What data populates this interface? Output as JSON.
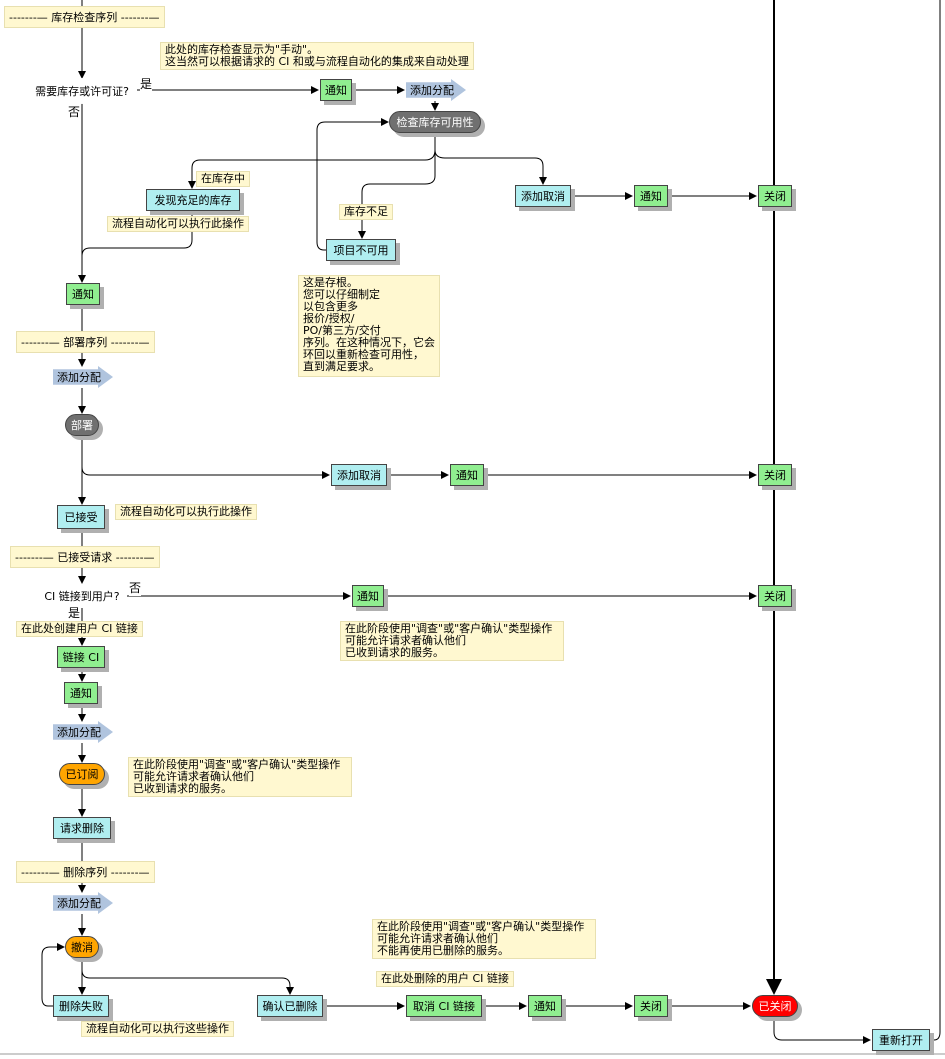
{
  "banners": {
    "inventory": "-------— 库存检查序列 -------—",
    "deploy": "-------— 部署序列 -------—",
    "accepted": "-------— 已接受请求 -------—",
    "delete": "-------— 删除序列 -------—"
  },
  "notes": {
    "manual": [
      "此处的库存检查显示为\"手动\"。",
      "这当然可以根据请求的 CI 和或与流程自动化的集成来自动处理"
    ],
    "in_stock": "在库存中",
    "auto_this": "流程自动化可以执行此操作",
    "shortage": "库存不足",
    "stub": [
      "这是存根。",
      "您可以仔细制定",
      "以包含更多",
      "报价/授权/",
      "PO/第三方/交付",
      "序列。在这种情况下，它会",
      "环回以重新检查可用性，",
      "直到满足要求。"
    ],
    "auto_accepted": "流程自动化可以执行此操作",
    "create_ci": "在此处创建用户 CI 链接",
    "survey1": [
      "在此阶段使用\"调查\"或\"客户确认\"类型操作",
      "可能允许请求者确认他们",
      "已收到请求的服务。"
    ],
    "survey2": [
      "在此阶段使用\"调查\"或\"客户确认\"类型操作",
      "可能允许请求者确认他们",
      "已收到请求的服务。"
    ],
    "survey3": [
      "在此阶段使用\"调查\"或\"客户确认\"类型操作",
      "可能允许请求者确认他们",
      "不能再使用已删除的服务。"
    ],
    "removed_ci": "在此处删除的用户 CI 链接",
    "auto_these": "流程自动化可以执行这些操作"
  },
  "decisions": {
    "need_stock": "需要库存或许可证?",
    "ci_linked": "CI 链接到用户?",
    "yes": "是",
    "no": "否"
  },
  "nodes": {
    "notify": "通知",
    "add_assign": "添加分配",
    "check_avail": "检查库存可用性",
    "found_stock": "发现充足的库存",
    "add_cancel": "添加取消",
    "close": "关闭",
    "unavailable": "项目不可用",
    "deploy": "部署",
    "accepted": "已接受",
    "link_ci": "链接 CI",
    "subscribed": "已订阅",
    "request_delete": "请求删除",
    "cancel": "撤消",
    "delete_failed": "删除失败",
    "confirm_deleted": "确认已删除",
    "cancel_ci": "取消 CI 链接",
    "closed": "已关闭",
    "reopen": "重新打开"
  }
}
